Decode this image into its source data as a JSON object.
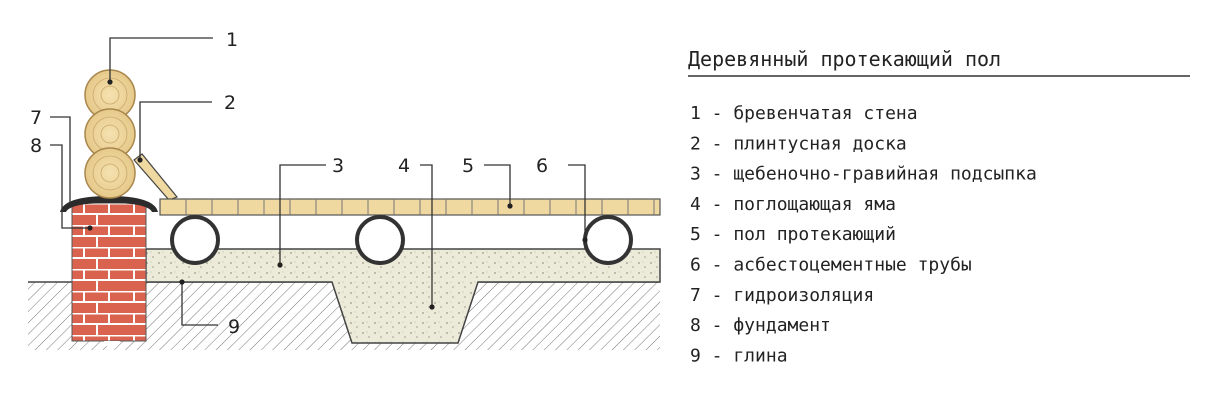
{
  "title": "Деревянный протекающий пол",
  "legend": [
    {
      "num": "1",
      "text": "бревенчатая стена"
    },
    {
      "num": "2",
      "text": "плинтусная доска"
    },
    {
      "num": "3",
      "text": "щебеночно-гравийная подсыпка"
    },
    {
      "num": "4",
      "text": "поглощающая яма"
    },
    {
      "num": "5",
      "text": "пол протекающий"
    },
    {
      "num": "6",
      "text": "асбестоцементные трубы"
    },
    {
      "num": "7",
      "text": "гидроизоляция"
    },
    {
      "num": "8",
      "text": "фундамент"
    },
    {
      "num": "9",
      "text": "глина"
    }
  ],
  "callouts": [
    "1",
    "2",
    "3",
    "4",
    "5",
    "6",
    "7",
    "8",
    "9"
  ],
  "separator": "-",
  "colors": {
    "brick": "#d9634f",
    "mortar": "#ffffff",
    "log": "#f2dca3",
    "log_ring": "#c9a668",
    "board": "#f0d9a0",
    "gravel": "#ece9d6",
    "line": "#333333"
  }
}
